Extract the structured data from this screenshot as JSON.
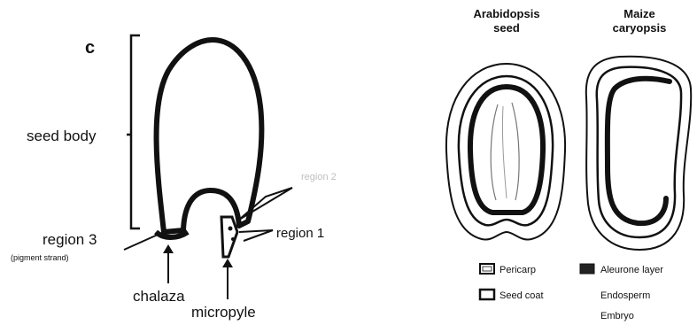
{
  "panel_label": "c",
  "left_diagram": {
    "labels": {
      "seed_body": "seed body",
      "region_3": "region 3",
      "region_3_sub": "(pigment strand)",
      "chalaza": "chalaza",
      "micropyle": "micropyle",
      "region_1": "region 1",
      "region_2_faint": "region 2"
    }
  },
  "right_diagram": {
    "arabidopsis": {
      "title_line1": "Arabidopsis",
      "title_line2": "seed"
    },
    "maize": {
      "title_line1": "Maize",
      "title_line2": "caryopsis"
    },
    "legend": [
      {
        "label": "Pericarp"
      },
      {
        "label": "Seed coat"
      },
      {
        "label": "Aleurone layer"
      },
      {
        "label": "Endosperm"
      },
      {
        "label": "Embryo"
      }
    ]
  },
  "colors": {
    "ink": "#111111",
    "fill_dark": "#222222",
    "background": "#ffffff"
  }
}
